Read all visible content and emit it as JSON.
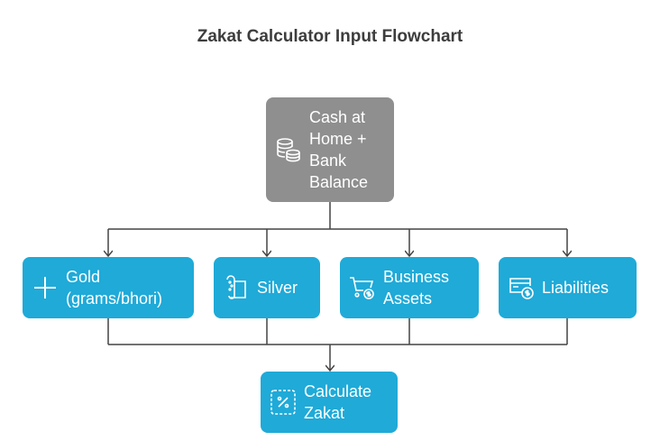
{
  "title": "Zakat Calculator Input Flowchart",
  "nodes": {
    "cash": {
      "label": "Cash at Home + Bank Balance",
      "icon": "coins-icon"
    },
    "gold": {
      "label": "Gold (grams/bhori)",
      "icon": "plus-icon"
    },
    "silver": {
      "label": "Silver",
      "icon": "scroll-icon"
    },
    "business": {
      "label": "Business Assets",
      "icon": "cart-dollar-icon"
    },
    "liabilities": {
      "label": "Liabilities",
      "icon": "card-dollar-icon"
    },
    "calculate": {
      "label": "Calculate Zakat",
      "icon": "percent-icon"
    }
  },
  "colors": {
    "input": "#1faad8",
    "source": "#8f8f8f",
    "line": "#444444"
  }
}
